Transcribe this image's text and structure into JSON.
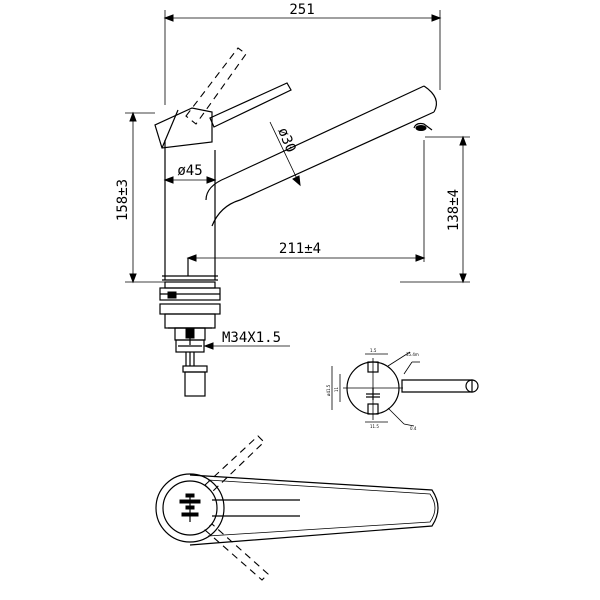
{
  "dimensions": {
    "overall_width": "251",
    "total_height": "158±3",
    "spout_height": "138±4",
    "spout_reach": "211±4",
    "body_diameter": "ø45",
    "spout_diameter": "ø30",
    "thread": "M34X1.5"
  },
  "detail": {
    "label_left": "ø41.5",
    "label_top": "1.5",
    "label_top_right": "35.4m",
    "label_mid": "11",
    "label_bottom": "11.5",
    "label_bottom_right": "0.4"
  }
}
